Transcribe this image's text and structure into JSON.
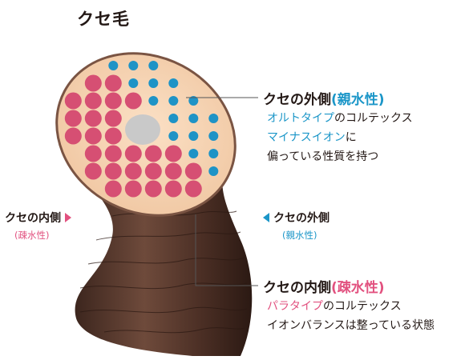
{
  "title": "クセ毛",
  "outer_top": {
    "heading_a": "クセの外側",
    "heading_b": "(親水性)",
    "line1_a": "オルトタイプ",
    "line1_b": "のコルテックス",
    "line2_a": "マイナスイオン",
    "line2_b": "に",
    "line3": "偏っている性質を持つ"
  },
  "inner_bottom": {
    "heading_a": "クセの内側",
    "heading_b": "(疎水性)",
    "line1_a": "パラタイプ",
    "line1_b": "のコルテックス",
    "line2": "イオンバランスは整っている状態"
  },
  "left_label": {
    "name": "クセの内側",
    "sub": "(疎水性)"
  },
  "right_label": {
    "name": "クセの外側",
    "sub": "(親水性)"
  },
  "colors": {
    "hydrophilic": "#1b96c8",
    "hydrophobic": "#e2517f",
    "cortex_pink": "#d64f73",
    "cortex_blue": "#1e93c6",
    "cross_section": "#f6d3b3",
    "medulla": "#c9c9c9",
    "hair_shaft": "#5b3a2e"
  }
}
